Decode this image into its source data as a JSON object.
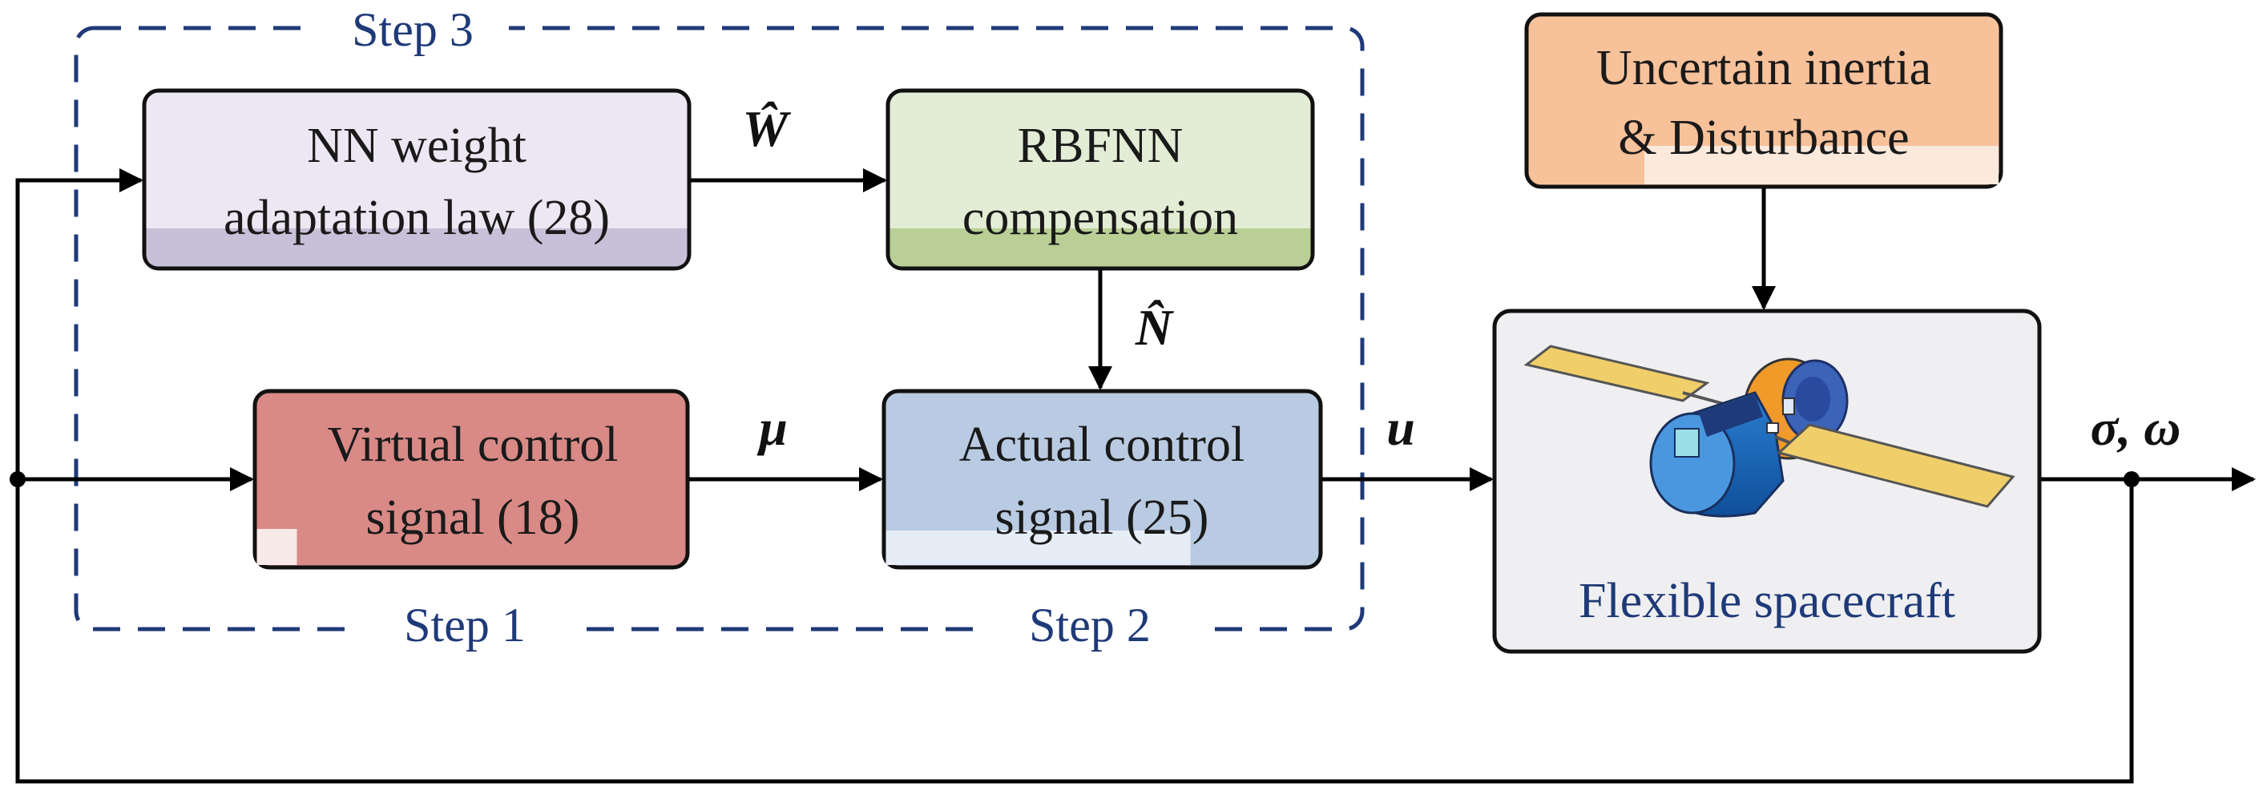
{
  "steps": {
    "step3": "Step 3",
    "step1": "Step 1",
    "step2": "Step 2"
  },
  "blocks": {
    "nn_weight": {
      "line1": "NN weight",
      "line2": "adaptation law (28)"
    },
    "rbfnn": {
      "line1": "RBFNN",
      "line2": "compensation"
    },
    "virtual": {
      "line1": "Virtual control",
      "line2": "signal (18)"
    },
    "actual": {
      "line1": "Actual control",
      "line2": "signal (25)"
    },
    "uncertain": {
      "line1": "Uncertain inertia",
      "line2": "& Disturbance"
    },
    "spacecraft": {
      "label": "Flexible spacecraft"
    }
  },
  "signals": {
    "w_hat": "Ŵ",
    "n_hat": "N̂",
    "mu": "μ",
    "u": "u",
    "sigma_omega": "σ, ω"
  },
  "colors": {
    "step_border": "#1f3a78",
    "nn_weight": "#ece7f2",
    "rbfnn": "#e3ecd4",
    "virtual": "#d98a86",
    "actual": "#b9cbe2",
    "uncertain": "#f7c19a",
    "spacecraft": "#efeff1"
  }
}
